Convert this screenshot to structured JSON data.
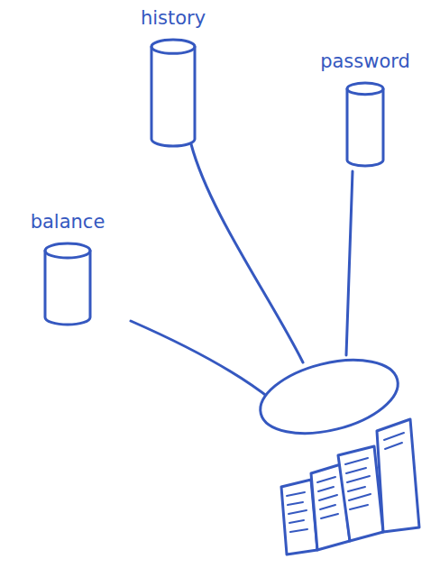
{
  "diagram": {
    "nodes": [
      {
        "text": [
          "history"
        ]
      },
      {
        "text": [
          "password"
        ]
      },
      {
        "text": [
          "balance"
        ]
      }
    ]
  }
}
